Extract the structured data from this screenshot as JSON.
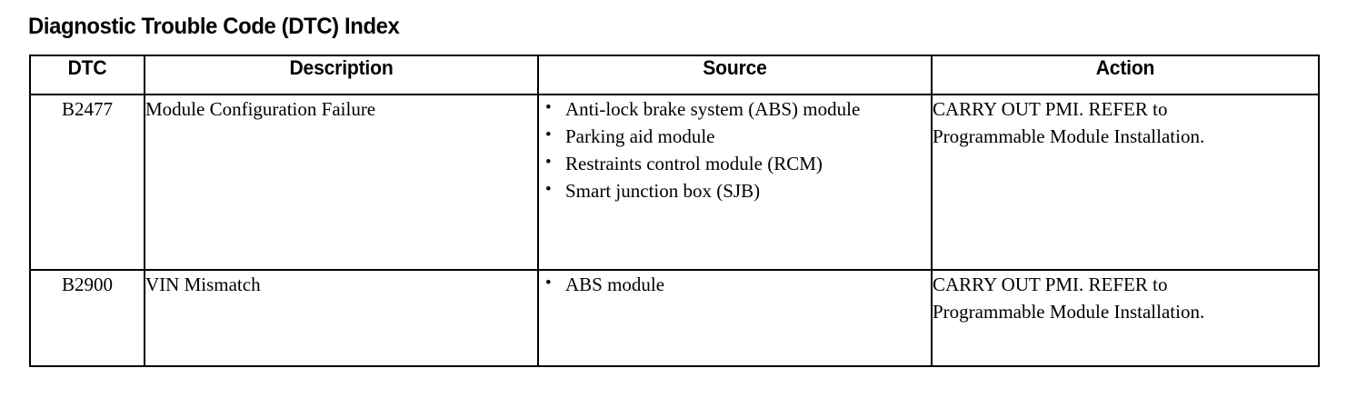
{
  "document": {
    "title": "Diagnostic Trouble Code (DTC) Index",
    "text_color": "#000000",
    "background_color": "#ffffff",
    "border_color": "#000000"
  },
  "table": {
    "columns": [
      {
        "key": "dtc",
        "label": "DTC"
      },
      {
        "key": "description",
        "label": "Description"
      },
      {
        "key": "source",
        "label": "Source"
      },
      {
        "key": "action",
        "label": "Action"
      }
    ],
    "rows": [
      {
        "dtc": "B2477",
        "description": "Module Configuration Failure",
        "source": [
          "Anti-lock brake system (ABS) module",
          "Parking aid module",
          "Restraints control module (RCM)",
          "Smart junction box (SJB)"
        ],
        "action_line1": "CARRY OUT PMI. REFER to",
        "action_line2": "Programmable Module Installation."
      },
      {
        "dtc": "B2900",
        "description": "VIN Mismatch",
        "source": [
          "ABS module"
        ],
        "action_line1": "CARRY OUT PMI. REFER to",
        "action_line2": "Programmable Module Installation."
      }
    ],
    "bullet_glyph": "•"
  }
}
